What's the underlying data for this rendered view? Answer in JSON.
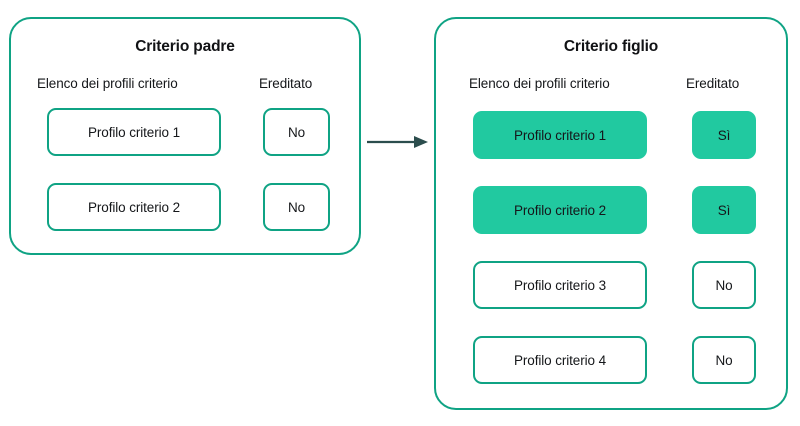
{
  "diagram": {
    "title": "",
    "arrow": {
      "icon": "arrow-right-icon",
      "color": "#2B4D4D",
      "direction": "right"
    },
    "colors": {
      "panel_border": "#0FA384",
      "box_border": "#0FA384",
      "inherited_fill": "#21C9A0",
      "text": "#15171A",
      "background": "#FFFFFF"
    },
    "panels": [
      {
        "id": "parent",
        "title": "Criterio padre",
        "headers": {
          "profiles": "Elenco dei profili criterio",
          "inherited": "Ereditato"
        },
        "rows": [
          {
            "profile": "Profilo criterio 1",
            "inherited": "No",
            "is_inherited": false
          },
          {
            "profile": "Profilo criterio 2",
            "inherited": "No",
            "is_inherited": false
          }
        ]
      },
      {
        "id": "child",
        "title": "Criterio figlio",
        "headers": {
          "profiles": "Elenco dei profili criterio",
          "inherited": "Ereditato"
        },
        "rows": [
          {
            "profile": "Profilo criterio 1",
            "inherited": "Sì",
            "is_inherited": true
          },
          {
            "profile": "Profilo criterio 2",
            "inherited": "Sì",
            "is_inherited": true
          },
          {
            "profile": "Profilo criterio 3",
            "inherited": "No",
            "is_inherited": false
          },
          {
            "profile": "Profilo criterio 4",
            "inherited": "No",
            "is_inherited": false
          }
        ]
      }
    ]
  }
}
